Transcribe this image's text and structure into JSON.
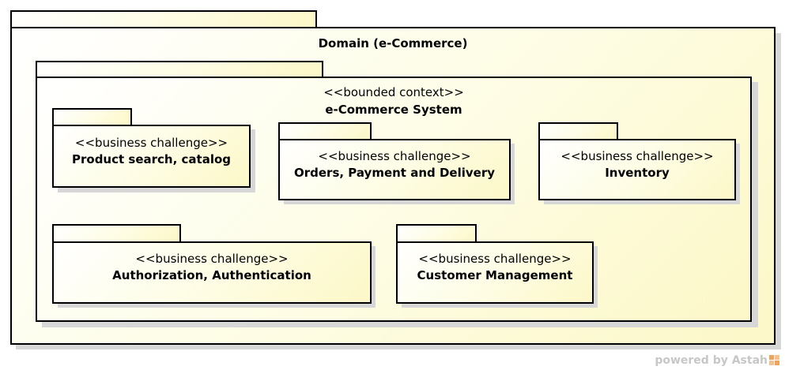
{
  "domain_package": {
    "name": "Domain (e-Commerce)"
  },
  "bounded_context": {
    "stereotype": "<<bounded context>>",
    "name": "e-Commerce System"
  },
  "challenges": [
    {
      "stereotype": "<<business challenge>>",
      "name": "Product search, catalog"
    },
    {
      "stereotype": "<<business challenge>>",
      "name": "Orders, Payment and Delivery"
    },
    {
      "stereotype": "<<business challenge>>",
      "name": "Inventory"
    },
    {
      "stereotype": "<<business challenge>>",
      "name": "Authorization, Authentication"
    },
    {
      "stereotype": "<<business challenge>>",
      "name": "Customer Management"
    }
  ],
  "watermark": {
    "text": "powered by Astah"
  },
  "colors": {
    "fill_light": "#ffffff",
    "fill_dark": "#fcf8c8",
    "border": "#000000",
    "shadow": "#d7d7d7",
    "watermark": "#c7c7c7"
  }
}
